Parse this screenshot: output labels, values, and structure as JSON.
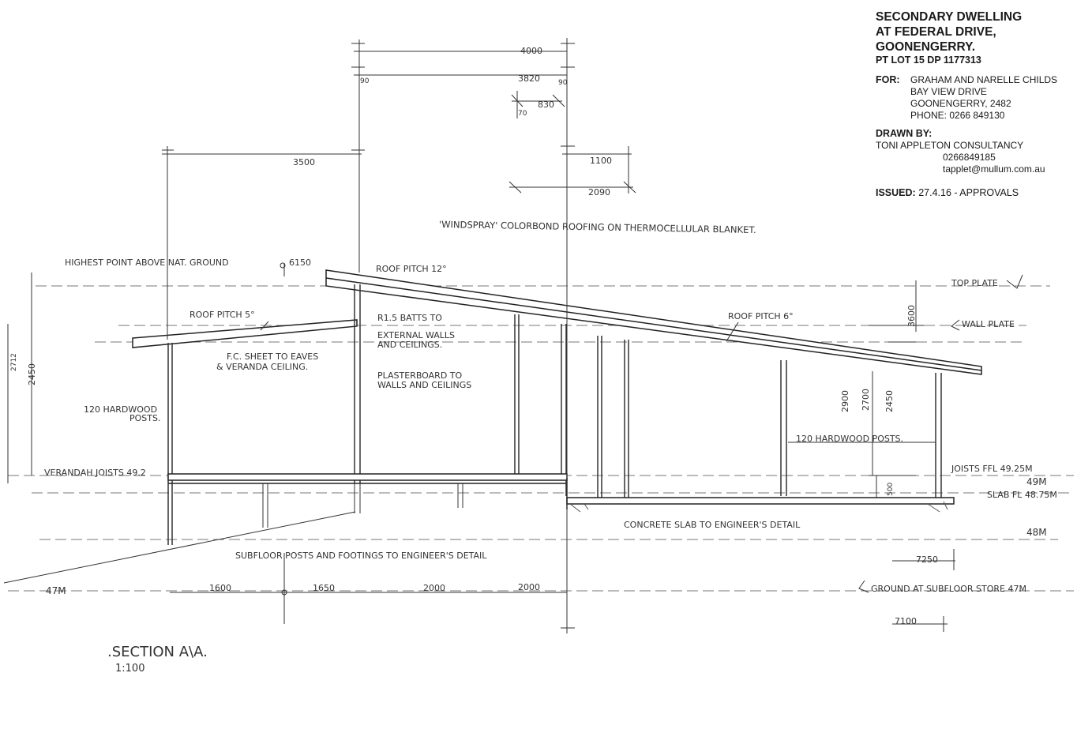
{
  "title_block": {
    "title_lines": [
      "SECONDARY DWELLING",
      "AT FEDERAL DRIVE,",
      "GOONENGERRY."
    ],
    "lot": "PT LOT 15  DP 1177313",
    "for_label": "FOR:",
    "for_lines": [
      "GRAHAM AND NARELLE CHILDS",
      "BAY VIEW DRIVE",
      "GOONENGERRY, 2482",
      "PHONE: 0266 849130"
    ],
    "drawn_label": "DRAWN BY:",
    "drawn_name": "TONI APPLETON CONSULTANCY",
    "drawn_phone": "0266849185",
    "drawn_email": "tapplet@mullum.com.au",
    "issued_label": "ISSUED:",
    "issued_value": "27.4.16 - APPROVALS"
  },
  "annotations": {
    "roofing": "'WINDSPRAY' COLORBOND ROOFING ON THERMOCELLULAR BLANKET.",
    "highest_point": "HIGHEST POINT ABOVE NAT. GROUND",
    "highest_value": "6150",
    "roof_pitch_12": "ROOF PITCH 12°",
    "roof_pitch_5": "ROOF PITCH 5°",
    "roof_pitch_6": "ROOF PITCH 6°",
    "top_plate": "TOP PLATE",
    "wall_plate": "WALL PLATE",
    "batts_1": "R1.5 BATTS TO",
    "batts_2": "EXTERNAL WALLS",
    "batts_3": "AND CEILINGS.",
    "plaster_1": "PLASTERBOARD TO",
    "plaster_2": "WALLS AND CEILINGS",
    "fc_1": "F.C. SHEET TO EAVES",
    "fc_2": "& VERANDA CEILING.",
    "posts_left_1": "120 HARDWOOD",
    "posts_left_2": "POSTS.",
    "posts_right": "120 HARDWOOD POSTS.",
    "verandah_joists": "VERANDAH JOISTS 49.2",
    "joists_ffl": "JOISTS FFL 49.25M",
    "level_49": "49M",
    "slab_fl": "SLAB FL 48.75M",
    "concrete_slab": "CONCRETE SLAB TO ENGINEER'S DETAIL",
    "level_48": "48M",
    "subfloor": "SUBFLOOR POSTS AND FOOTINGS TO ENGINEER'S DETAIL",
    "ground": "GROUND AT SUBFLOOR STORE 47M",
    "level_47": "47M",
    "section_title": ".SECTION A\\A.",
    "scale": "1:100"
  },
  "dimensions": {
    "d4000": "4000",
    "d3820": "3820",
    "d90a": "90",
    "d90b": "90",
    "d830": "830",
    "d70": "70",
    "d3500": "3500",
    "d1100": "1100",
    "d2090": "2090",
    "d3600": "3600",
    "d2900": "2900",
    "d2700": "2700",
    "d2450r": "2450",
    "d2450l": "2450",
    "d2712": "2712",
    "d500": "500",
    "d1600": "1600",
    "d1650": "1650",
    "d2000a": "2000",
    "d2000b": "2000",
    "d7250": "7250",
    "d7100": "7100"
  },
  "colors": {
    "ink": "#333333",
    "faint": "#888888"
  }
}
